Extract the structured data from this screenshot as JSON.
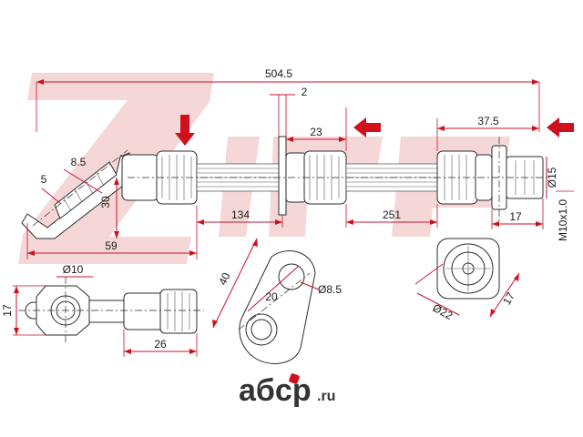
{
  "dimensions": {
    "total_length": "504.5",
    "bracket_thickness": "2",
    "bracket_to_nut": "23",
    "right_fitting": "37.5",
    "left_bend_a": "8.5",
    "left_bend_b": "5",
    "left_offset": "30",
    "left_reach": "59",
    "span_left": "134",
    "span_right": "251",
    "right_nut_width": "17",
    "right_diameter": "Ø15",
    "thread": "M10x1.0",
    "eye_diameter": "Ø10",
    "eye_height": "17",
    "eye_length": "26",
    "bracket_length": "40",
    "bracket_hole_spacing": "20",
    "bracket_hole_diameter": "Ø8.5",
    "nut_diameter": "Ø22",
    "nut_width": "17"
  },
  "logo": {
    "name": "aбcp",
    "tld": ".ru"
  },
  "colors": {
    "dimension": "#c8102e",
    "arrow": "#d0111b",
    "outline": "#2b2b2b"
  }
}
